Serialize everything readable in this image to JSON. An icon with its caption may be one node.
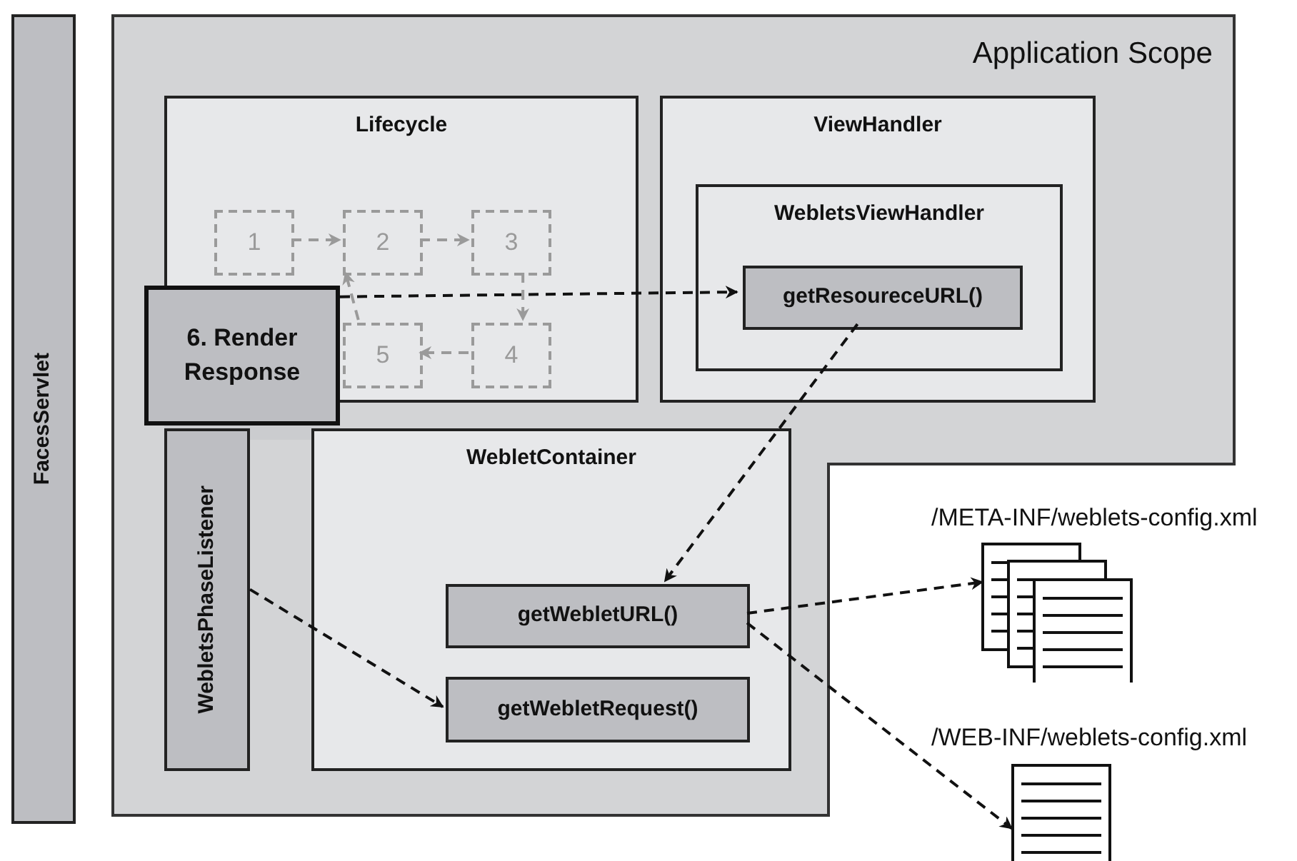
{
  "diagram": {
    "nodes": [
      {
        "text": [
          "FacesServlet"
        ]
      },
      {
        "text": [
          "Application Scope"
        ]
      },
      {
        "text": [
          "Lifecycle"
        ],
        "in": 1
      },
      {
        "text": [
          "1"
        ],
        "in": 2
      },
      {
        "text": [
          "2"
        ],
        "in": 2
      },
      {
        "text": [
          "3"
        ],
        "in": 2
      },
      {
        "text": [
          "4"
        ],
        "in": 2
      },
      {
        "text": [
          "5"
        ],
        "in": 2
      },
      {
        "text": [
          "6. Render Response"
        ],
        "in": 1
      },
      {
        "text": [
          "ViewHandler"
        ],
        "in": 1
      },
      {
        "text": [
          "WebletsViewHandler"
        ],
        "in": 9
      },
      {
        "text": [
          "getResoureceURL()"
        ],
        "in": 10
      },
      {
        "text": [
          "WebletsPhaseListener"
        ],
        "in": 1
      },
      {
        "text": [
          "WebletContainer"
        ],
        "in": 1
      },
      {
        "text": [
          "getWebletURL()"
        ],
        "in": 13
      },
      {
        "text": [
          "getWebletRequest()"
        ],
        "in": 13
      },
      {
        "text": [
          "/META-INF/weblets-config.xml"
        ]
      },
      {
        "text": [
          "/WEB-INF/weblets-config.xml"
        ]
      }
    ],
    "edges": [
      {
        "from": 3,
        "to": 4,
        "arrow": "to",
        "style": "dashed",
        "color": "#9a9a9a"
      },
      {
        "from": 4,
        "to": 5,
        "arrow": "to",
        "style": "dashed",
        "color": "#9a9a9a"
      },
      {
        "from": 5,
        "to": 6,
        "arrow": "to",
        "style": "dashed",
        "color": "#9a9a9a"
      },
      {
        "from": 6,
        "to": 7,
        "arrow": "to",
        "style": "dashed",
        "color": "#9a9a9a"
      },
      {
        "from": 7,
        "to": 4,
        "arrow": "to",
        "style": "dashed",
        "color": "#9a9a9a"
      },
      {
        "from": 8,
        "to": 11,
        "arrow": "to",
        "style": "dashed",
        "color": "#111111"
      },
      {
        "from": 11,
        "to": 14,
        "arrow": "to",
        "style": "dashed",
        "color": "#111111"
      },
      {
        "from": 12,
        "to": 15,
        "arrow": "to",
        "style": "dashed",
        "color": "#111111"
      },
      {
        "from": 14,
        "to": 16,
        "arrow": "to",
        "style": "dashed",
        "color": "#111111"
      },
      {
        "from": 14,
        "to": 17,
        "arrow": "to",
        "style": "dashed",
        "color": "#111111"
      }
    ]
  }
}
